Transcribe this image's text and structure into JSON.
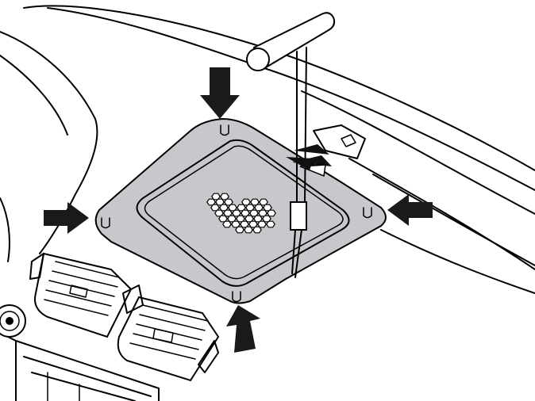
{
  "figure": {
    "kind": "technical-illustration",
    "subject": [
      "dashboard-speaker-grille",
      "t-handle-removal-tool",
      "air-vents"
    ],
    "arrow_count": 4,
    "clip_count": 4,
    "colors": {
      "line": "#000000",
      "panel_fill": "#c8c8cc",
      "panel_inner": "#c8c8cc",
      "arrow": "#1a1a1a",
      "background": "#ffffff"
    }
  }
}
